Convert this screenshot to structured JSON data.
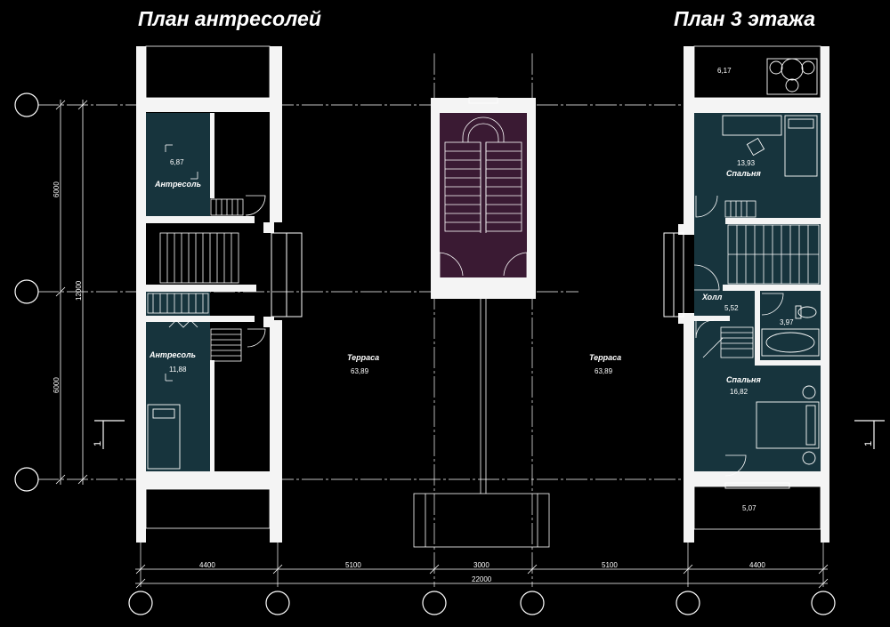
{
  "titles": {
    "left": "План антресолей",
    "right": "План 3 этажа"
  },
  "rooms": {
    "mezz_top": {
      "name": "Антресоль",
      "area": "6,87"
    },
    "mezz_bottom": {
      "name": "Антресоль",
      "area": "11,88"
    },
    "terrace_left": {
      "name": "Терраса",
      "area": "63,89"
    },
    "terrace_right": {
      "name": "Терраса",
      "area": "63,89"
    },
    "bedroom_top": {
      "name": "Спальня",
      "area": "13,93"
    },
    "hall": {
      "name": "Холл",
      "area": "5,52"
    },
    "bath": {
      "area": "3,97"
    },
    "bedroom_bottom": {
      "name": "Спальня",
      "area": "16,82"
    },
    "balcony_top": {
      "area": "6,17"
    },
    "balcony_bottom": {
      "area": "5,07"
    }
  },
  "dimensions": {
    "vertical_top": "6000",
    "vertical_bottom": "6000",
    "vertical_total": "12000",
    "horizontal": [
      "4400",
      "5100",
      "3000",
      "5100",
      "4400"
    ],
    "horizontal_total": "22000"
  },
  "section_marks": {
    "left": "1",
    "right": "1"
  },
  "colors": {
    "background": "#000000",
    "wall": "#f4f4f4",
    "room_fill": "#17343d",
    "stair_fill": "#3a1a33",
    "line": "#ffffff"
  }
}
